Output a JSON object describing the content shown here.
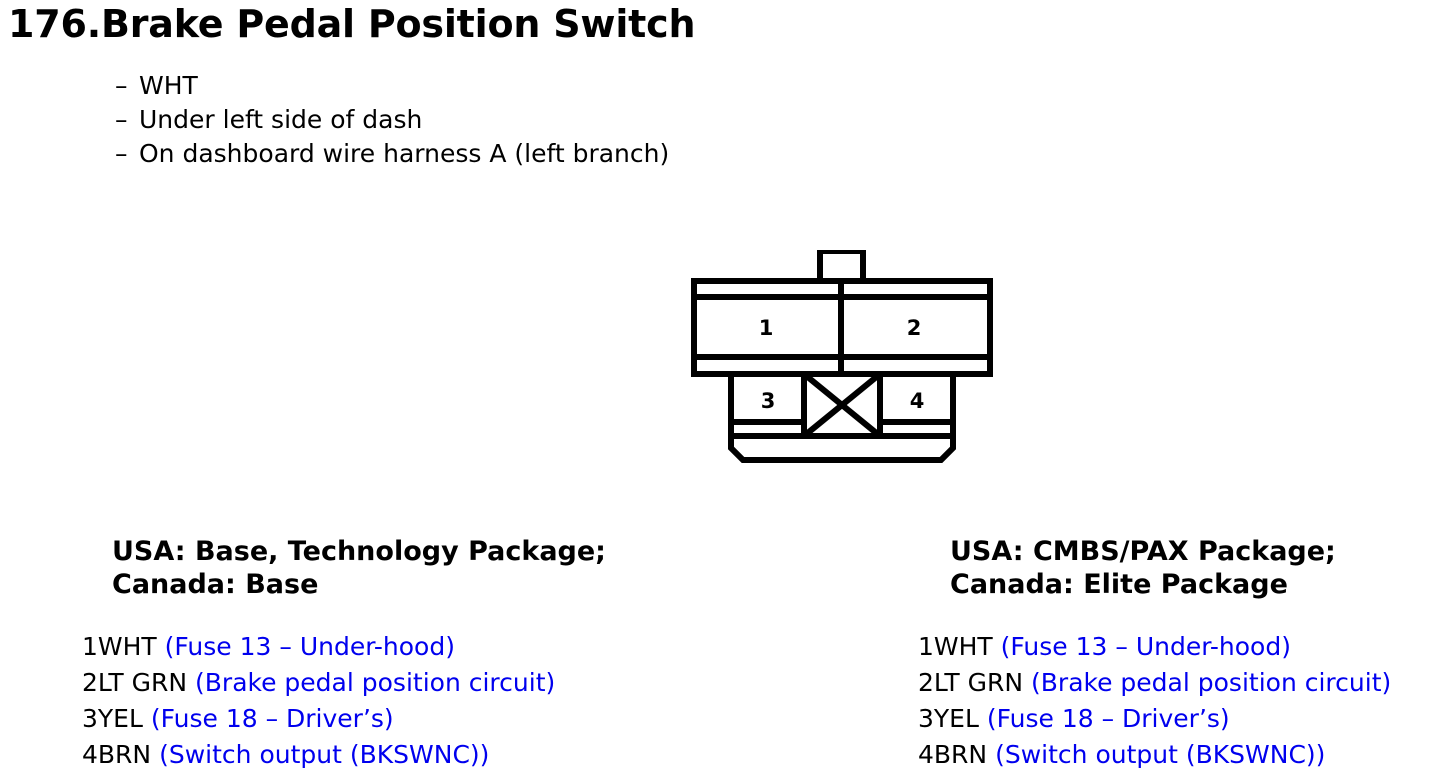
{
  "page": {
    "title": "176.Brake Pedal Position Switch",
    "bullets": [
      {
        "dash": "–",
        "text": "WHT"
      },
      {
        "dash": "–",
        "text": "Under left side of dash"
      },
      {
        "dash": "–",
        "text": "On dashboard wire harness A (left branch)"
      }
    ]
  },
  "connector": {
    "name": "4-pin-connector-diagram",
    "top_row_pins": [
      "1",
      "2"
    ],
    "bottom_row_pins": [
      "3",
      "4"
    ],
    "blank_cavity": "X",
    "line_color": "#000000",
    "fill_color": "#ffffff"
  },
  "variants": [
    {
      "heading_line1": "USA: Base, Technology Package;",
      "heading_line2": "Canada: Base",
      "pins": [
        {
          "id": "1WHT",
          "desc": "(Fuse 13 – Under-hood)"
        },
        {
          "id": "2LT GRN",
          "desc": "(Brake pedal position circuit)"
        },
        {
          "id": "3YEL",
          "desc": "(Fuse 18 – Driver’s)"
        },
        {
          "id": "4BRN",
          "desc": "(Switch output (BKSWNC))"
        }
      ]
    },
    {
      "heading_line1": "USA: CMBS/PAX Package;",
      "heading_line2": "Canada: Elite Package",
      "pins": [
        {
          "id": "1WHT",
          "desc": "(Fuse 13 – Under-hood)"
        },
        {
          "id": "2LT GRN",
          "desc": "(Brake pedal position circuit)"
        },
        {
          "id": "3YEL",
          "desc": "(Fuse 18 – Driver’s)"
        },
        {
          "id": "4BRN",
          "desc": "(Switch output (BKSWNC))"
        }
      ]
    }
  ],
  "colors": {
    "text": "#000000",
    "circuit_description": "#0000ee",
    "background": "#ffffff"
  }
}
